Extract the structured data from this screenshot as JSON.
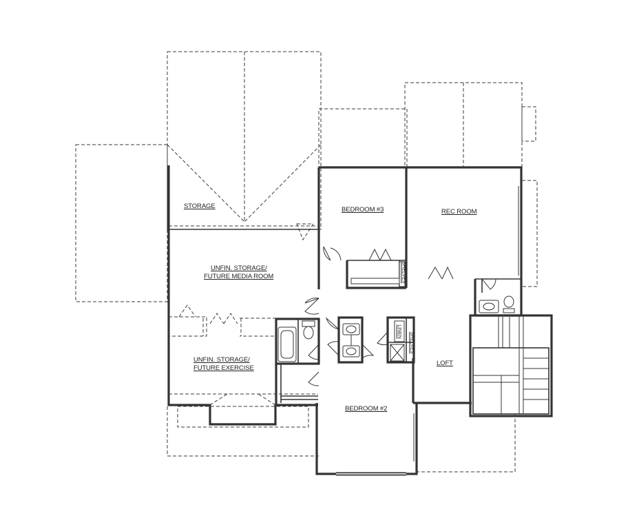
{
  "rooms": {
    "storage": "STORAGE",
    "bedroom3": "BEDROOM #3",
    "rec_room": "REC ROOM",
    "media_room_line1": "UNFIN. STORAGE/",
    "media_room_line2": "FUTURE MEDIA ROOM",
    "exercise_line1": "UNFIN. STORAGE/",
    "exercise_line2": "FUTURE EXERCISE",
    "loft": "LOFT",
    "bedroom2": "BEDROOM #2"
  },
  "closets": {
    "shelves_a": "SHELVES",
    "linen": "LINEN",
    "shelves_b": "SHELVES"
  }
}
